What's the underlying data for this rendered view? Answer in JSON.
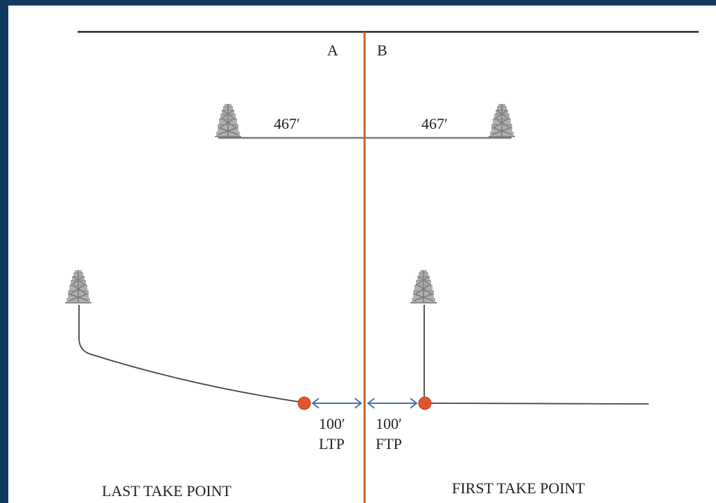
{
  "colors": {
    "frame": "#123a5e",
    "background": "#ffffff",
    "section_line": "#c5602a",
    "well_path": "#444444",
    "take_point": "#e2562b",
    "arrow": "#4a6fb5",
    "rig": "#a8a8a8"
  },
  "labels": {
    "section_a": "A",
    "section_b": "B",
    "setback_left": "467′",
    "setback_right": "467′",
    "ltp_distance": "100′",
    "ltp_abbrev": "LTP",
    "ftp_distance": "100′",
    "ftp_abbrev": "FTP",
    "last_take_point": "LAST TAKE POINT",
    "first_take_point": "FIRST TAKE POINT"
  },
  "icons": {
    "rig": "drilling-rig-icon",
    "arrow": "double-arrow-icon"
  }
}
